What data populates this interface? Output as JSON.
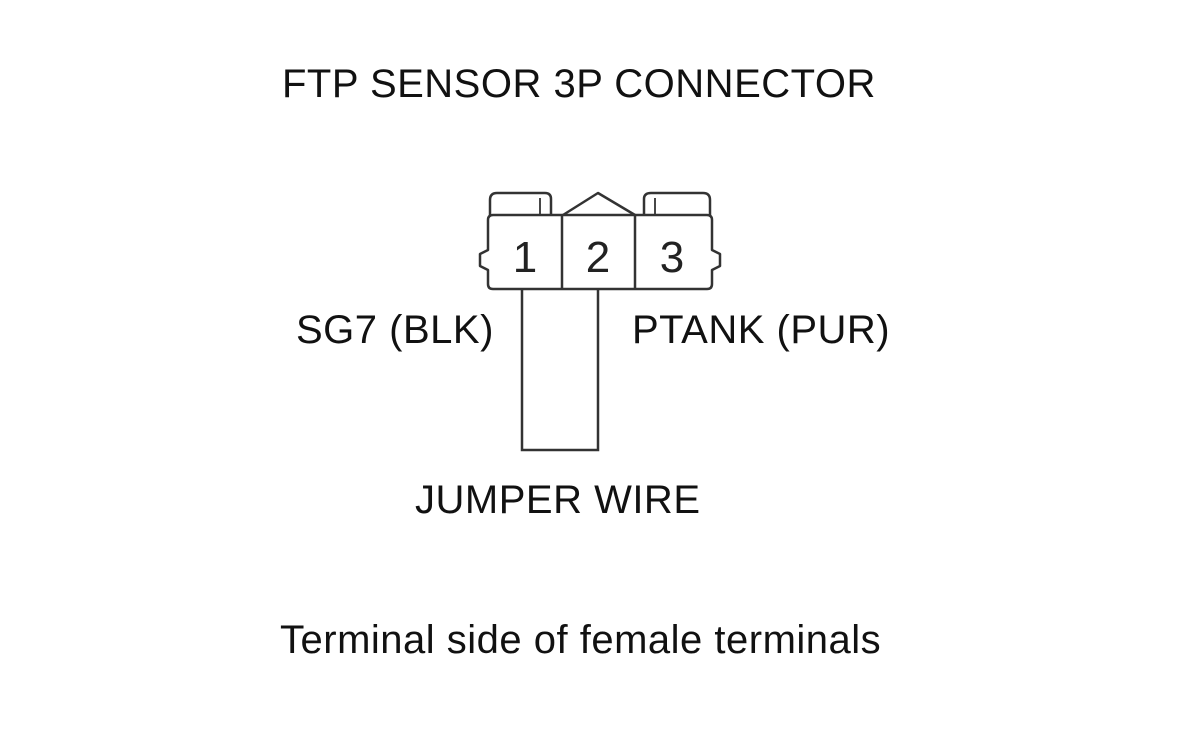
{
  "title": "FTP SENSOR 3P CONNECTOR",
  "connector": {
    "pins": [
      "1",
      "2",
      "3"
    ]
  },
  "wires": {
    "left_label": "SG7 (BLK)",
    "right_label": "PTANK (PUR)",
    "jumper_label": "JUMPER WIRE"
  },
  "caption": "Terminal side of female terminals",
  "colors": {
    "line": "#333333",
    "text": "#111111",
    "background": "#ffffff"
  }
}
